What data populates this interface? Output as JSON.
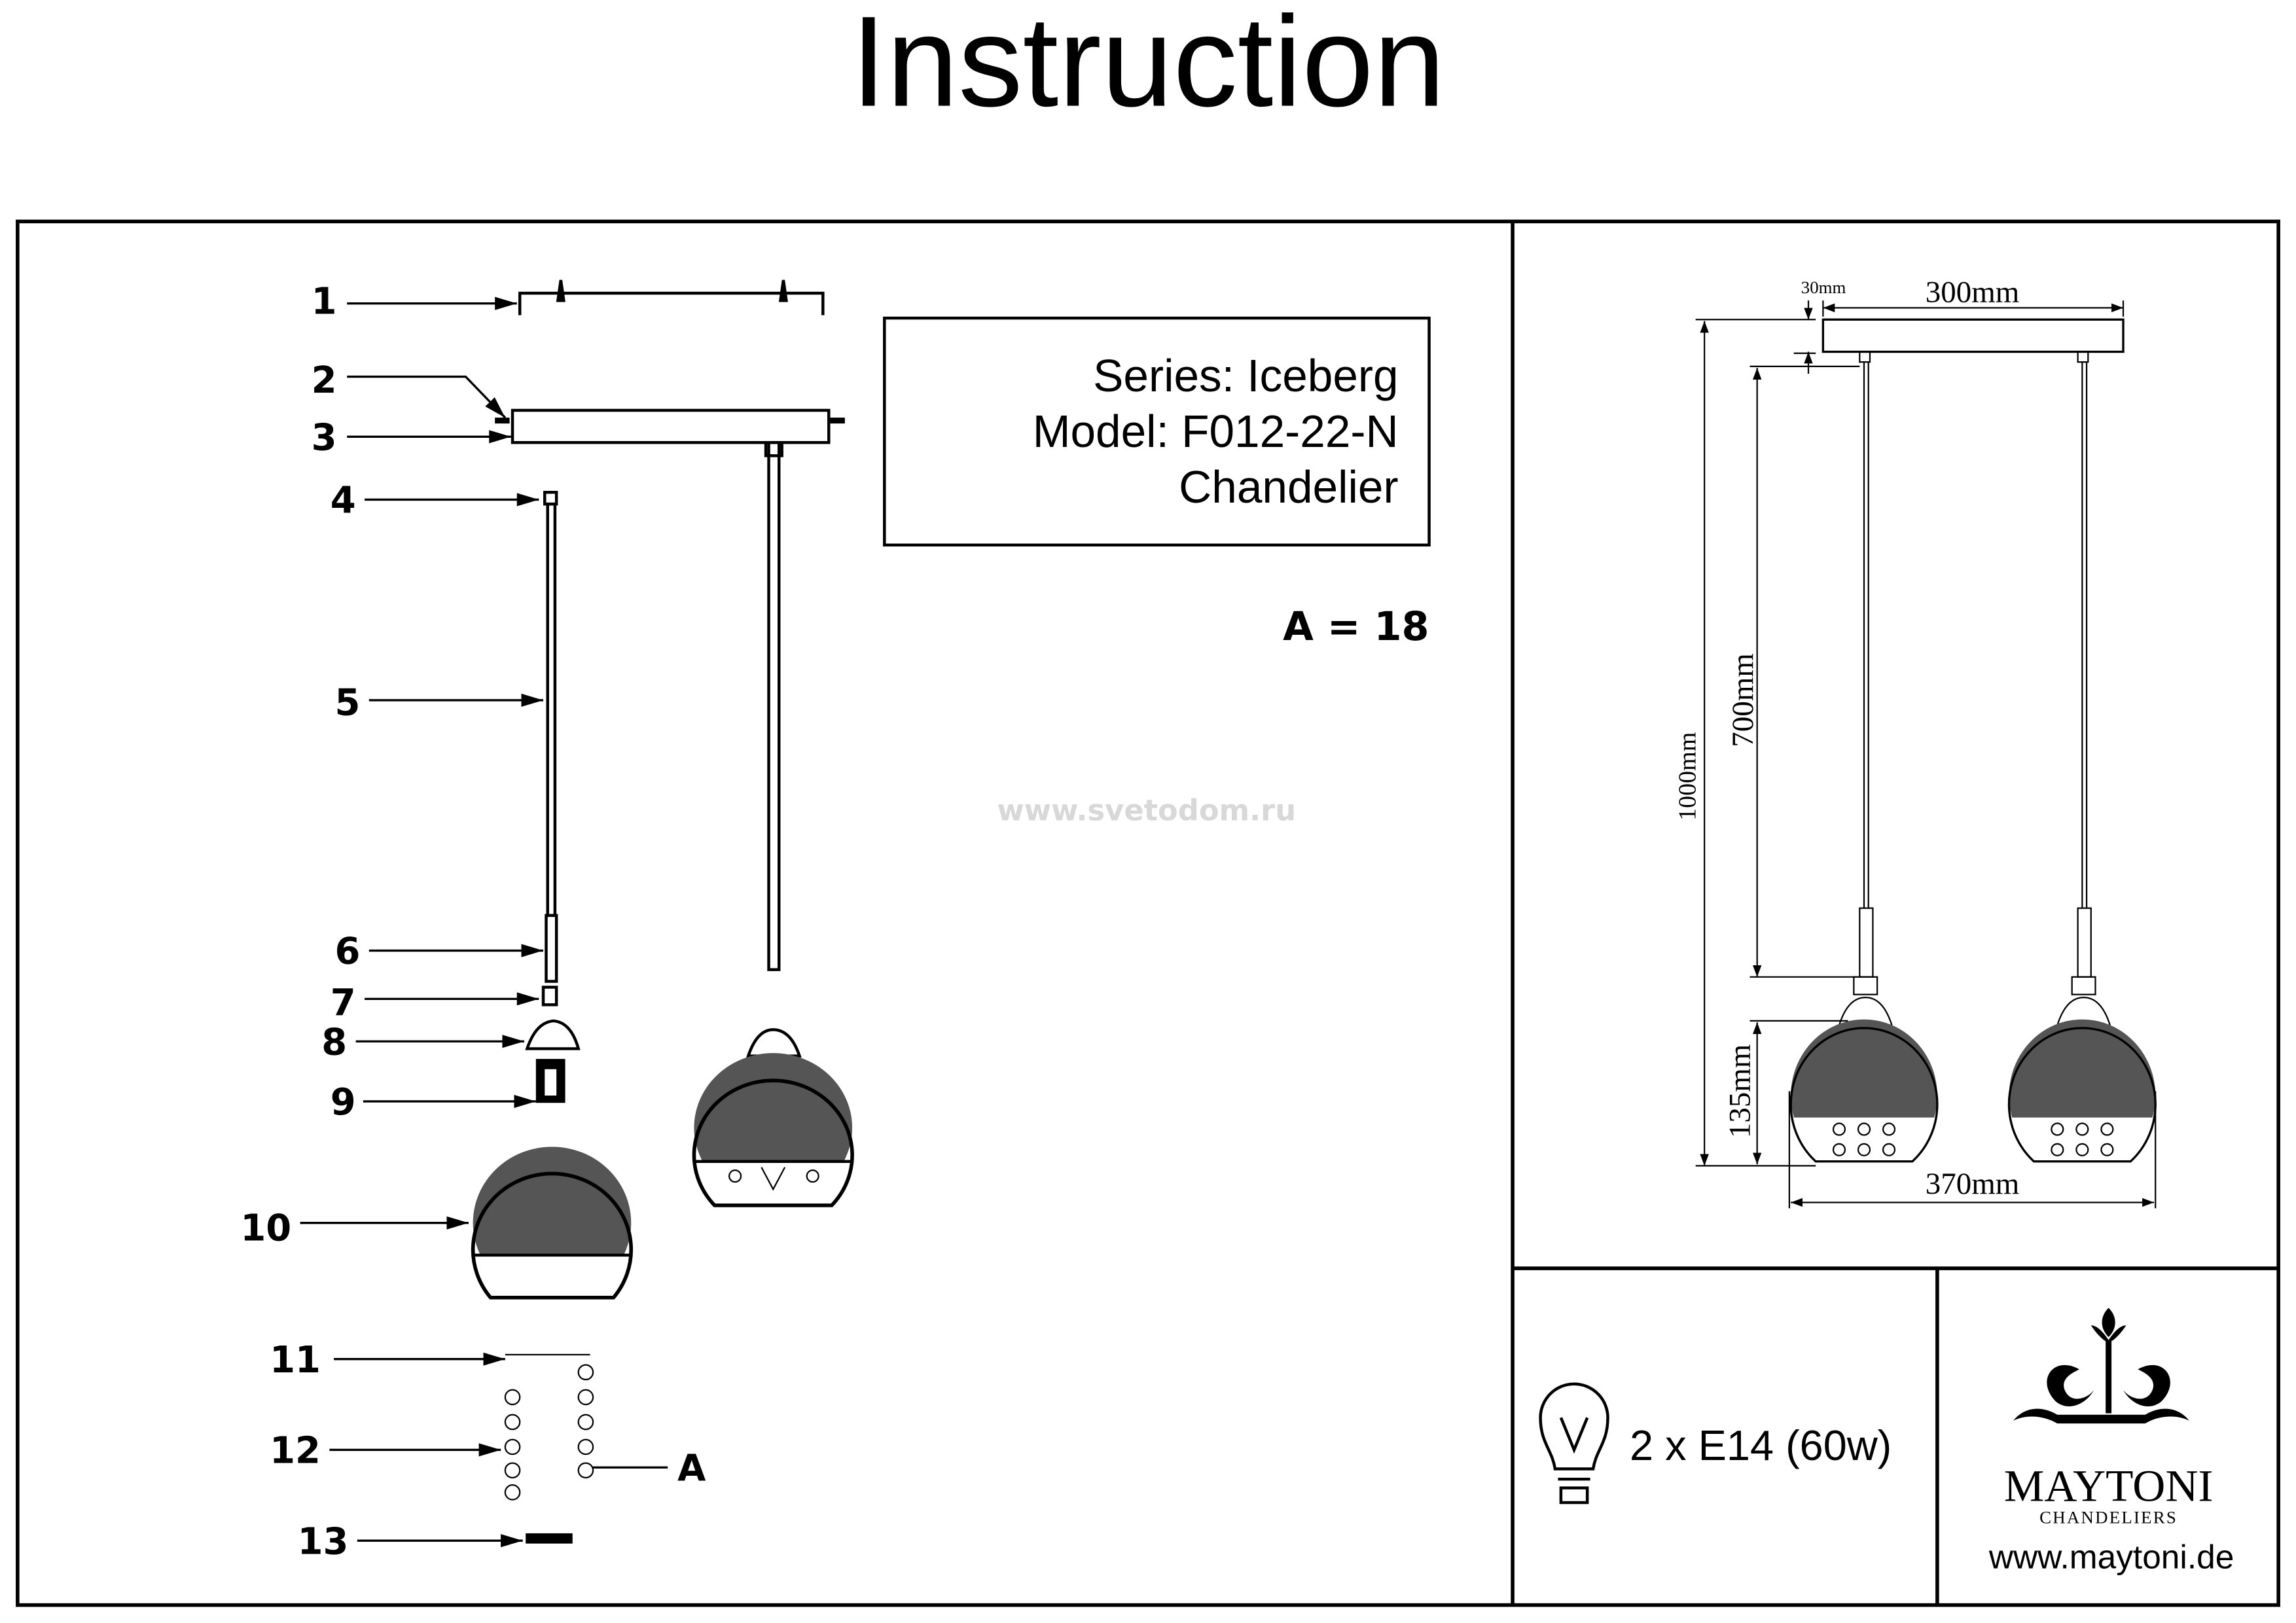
{
  "title": "Instruction",
  "info_box": {
    "series": "Series: Iceberg",
    "model": "Model: F012-22-N",
    "type": "Chandelier"
  },
  "crystal_count": "A = 18",
  "parts": [
    "1",
    "2",
    "3",
    "4",
    "5",
    "6",
    "7",
    "8",
    "9",
    "10",
    "11",
    "12",
    "13"
  ],
  "crystal_label": "A",
  "watermark": "www.svetodom.ru",
  "dimensions": {
    "canopy_height": "30mm",
    "canopy_width": "300mm",
    "total_height": "1000mm",
    "rod_length": "700mm",
    "shade_height": "135mm",
    "total_width": "370mm"
  },
  "bulb": {
    "icon": "light-bulb-icon",
    "spec": "2 x E14 (60w)"
  },
  "brand": {
    "name": "MAYTONI",
    "tagline": "CHANDELIERS",
    "url": "www.maytoni.de"
  },
  "colors": {
    "line": "#000000",
    "shade": "#555555",
    "watermark": "#d8d8d8"
  }
}
